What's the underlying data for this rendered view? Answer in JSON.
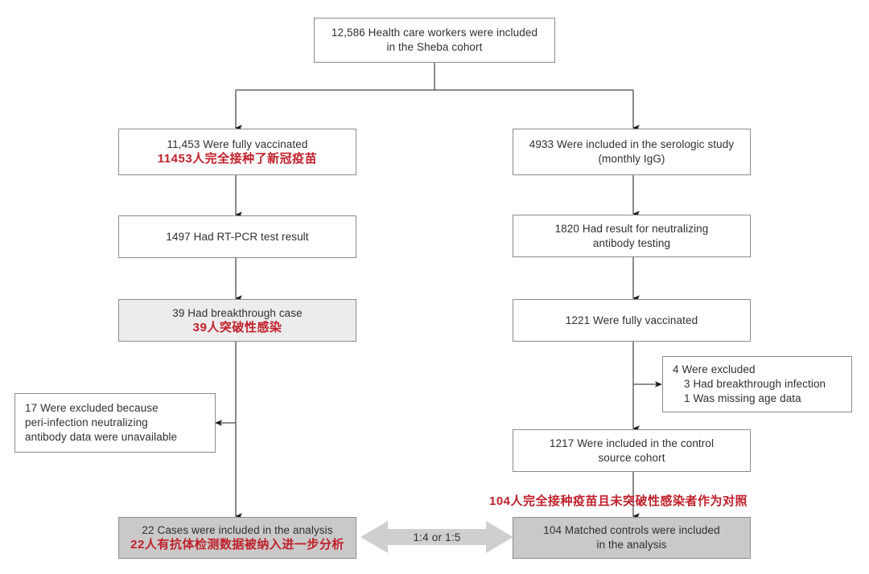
{
  "figure": {
    "type": "flowchart",
    "title_visible": false,
    "accent_red": "#c0202a",
    "shade_light": "#ececec",
    "shade_dark": "#c9c9c9",
    "border": "#8a8a8a"
  },
  "nodes": {
    "cohort": {
      "en": "12,586 Health care workers were included\nin the Sheba cohort",
      "zh": ""
    },
    "left_vaccinated": {
      "en": "11,453 Were fully vaccinated",
      "zh": "11453人完全接种了新冠疫苗"
    },
    "left_pcr": {
      "en": "1497 Had RT-PCR test result",
      "zh": ""
    },
    "left_breakthrough": {
      "en": "39 Had breakthrough case",
      "zh": "39人突破性感染"
    },
    "left_excluded": {
      "en": "17 Were excluded because\nperi-infection neutralizing\nantibody data were unavailable",
      "zh": ""
    },
    "left_cases": {
      "en": "22 Cases were included in the analysis",
      "zh": "22人有抗体检测数据被纳入进一步分析"
    },
    "right_serologic": {
      "en": "4933 Were included in the serologic study\n(monthly IgG)",
      "zh": ""
    },
    "right_neutralizing": {
      "en": "1820 Had result for neutralizing\nantibody testing",
      "zh": ""
    },
    "right_vaccinated": {
      "en": "1221 Were fully vaccinated",
      "zh": ""
    },
    "right_excluded": {
      "line1": "4 Were excluded",
      "line2": "3 Had breakthrough infection",
      "line3": "1 Was missing age data"
    },
    "right_control_source": {
      "en": "1217 Were included in the control\nsource cohort",
      "zh": ""
    },
    "right_controls": {
      "en": "104 Matched controls were included\nin the analysis",
      "zh": ""
    },
    "controls_note_zh": "104人完全接种疫苗且未突破性感染者作为对照"
  },
  "match_arrow": {
    "label": "1:4 or 1:5",
    "color": "#cfcfcf",
    "direction": "bidirectional"
  }
}
